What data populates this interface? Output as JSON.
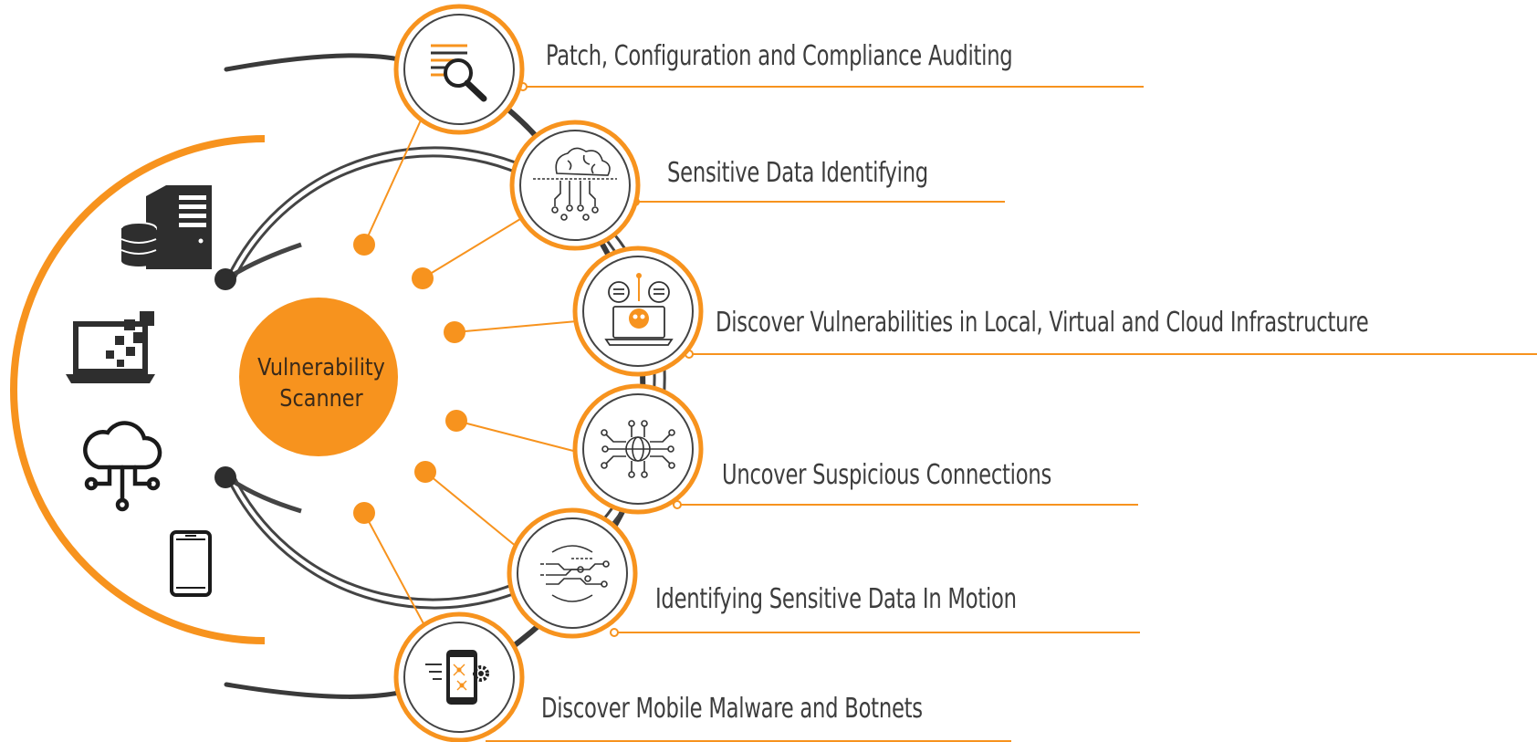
{
  "center": {
    "title": "Vulnerability Scanner"
  },
  "features": [
    {
      "label": "Patch, Configuration and Compliance Auditing",
      "icon": "magnifier-document-icon"
    },
    {
      "label": "Sensitive Data Identifying",
      "icon": "brain-circuit-icon"
    },
    {
      "label": "Discover Vulnerabilities in Local, Virtual and Cloud Infrastructure",
      "icon": "laptop-skull-icon"
    },
    {
      "label": "Uncover Suspicious Connections",
      "icon": "globe-network-icon"
    },
    {
      "label": "Identifying Sensitive Data In Motion",
      "icon": "data-flow-icon"
    },
    {
      "label": "Discover Mobile Malware and Botnets",
      "icon": "mobile-malware-icon"
    }
  ],
  "assets": [
    "server-database-icon",
    "laptop-icon",
    "cloud-network-icon",
    "smartphone-icon"
  ],
  "colors": {
    "accent": "#f7931e",
    "dark": "#3a3a3a",
    "text": "#3d3d3d"
  }
}
